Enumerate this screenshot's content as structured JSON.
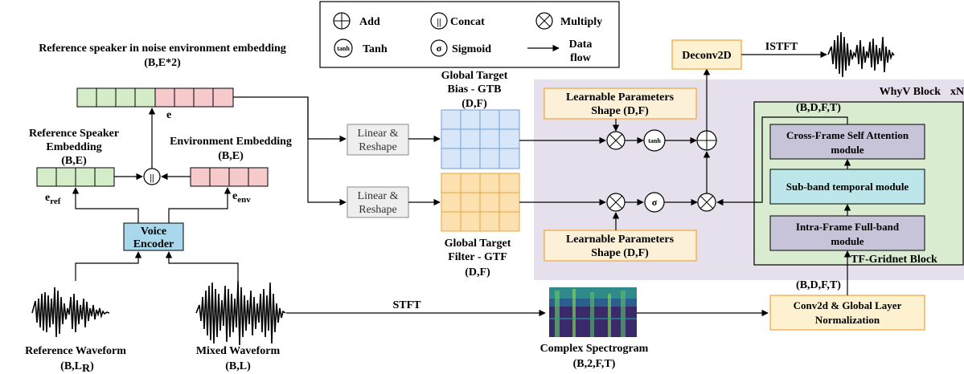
{
  "legend": {
    "add": "Add",
    "concat": "Concat",
    "multiply": "Multiply",
    "tanh": "Tanh",
    "sigmoid": "Sigmoid",
    "data_flow_1": "Data",
    "data_flow_2": "flow",
    "tanh_symbol": "tanh",
    "sigmoid_symbol": "σ",
    "concat_symbol": "||"
  },
  "embedding": {
    "title": "Reference speaker in noise environment embedding",
    "shape": "(B,E*2)",
    "e_label": "e"
  },
  "ref_embed": {
    "title_1": "Reference Speaker",
    "title_2": "Embedding",
    "shape": "(B,E)",
    "label": "e",
    "label_sub": "ref"
  },
  "env_embed": {
    "title": "Environment Embedding",
    "shape": "(B,E)",
    "label": "e",
    "label_sub": "env"
  },
  "voice_encoder": {
    "line1": "Voice",
    "line2": "Encoder"
  },
  "ref_wave": {
    "title": "Reference Waveform",
    "shape": "(B,L",
    "shape_sub": "R",
    "shape_end": ")"
  },
  "mixed_wave": {
    "title": "Mixed Waveform",
    "shape": "(B,L)"
  },
  "linear_reshape": {
    "line1": "Linear &",
    "line2": "Reshape"
  },
  "gtb": {
    "line1": "Global Target",
    "line2": "Bias - GTB",
    "shape": "(D,F)"
  },
  "gtf": {
    "line1": "Global Target",
    "line2": "Filter - GTF",
    "shape": "(D,F)"
  },
  "learnable": {
    "line1": "Learnable Parameters",
    "line2": "Shape (D,F)"
  },
  "whyv": {
    "title": "WhyV Block",
    "repeat": "xN"
  },
  "tf_gridnet": {
    "title": "TF-Gridnet Block",
    "shape_top": "(B,D,F,T)",
    "cross_frame_1": "Cross-Frame Self Attention",
    "cross_frame_2": "module",
    "subband": "Sub-band temporal module",
    "intra_1": "Intra-Frame Full-band",
    "intra_2": "module"
  },
  "deconv": "Deconv2D",
  "istft": "ISTFT",
  "stft": "STFT",
  "spectrogram": {
    "title": "Complex Spectrogram",
    "shape": "(B,2,F,T)"
  },
  "conv": {
    "line1": "Conv2d & Global Layer",
    "line2": "Normalization",
    "shape": "(B,D,F,T)"
  },
  "colors": {
    "green_cell": "#d5ecc9",
    "red_cell": "#f6c9cb",
    "blue_box": "#a9d8ec",
    "gtb_grid": "#d7e6f8",
    "gtf_grid": "#fde0b0",
    "learnable_fill": "#fdf0d9",
    "learnable_stroke": "#f0a53a",
    "whyv_bg": "#e6e0ec",
    "tf_bg": "#d9ecd0",
    "module_fill": "#c7c3d9",
    "subband_fill": "#bde6ea",
    "conv_fill": "#fef1d0"
  }
}
